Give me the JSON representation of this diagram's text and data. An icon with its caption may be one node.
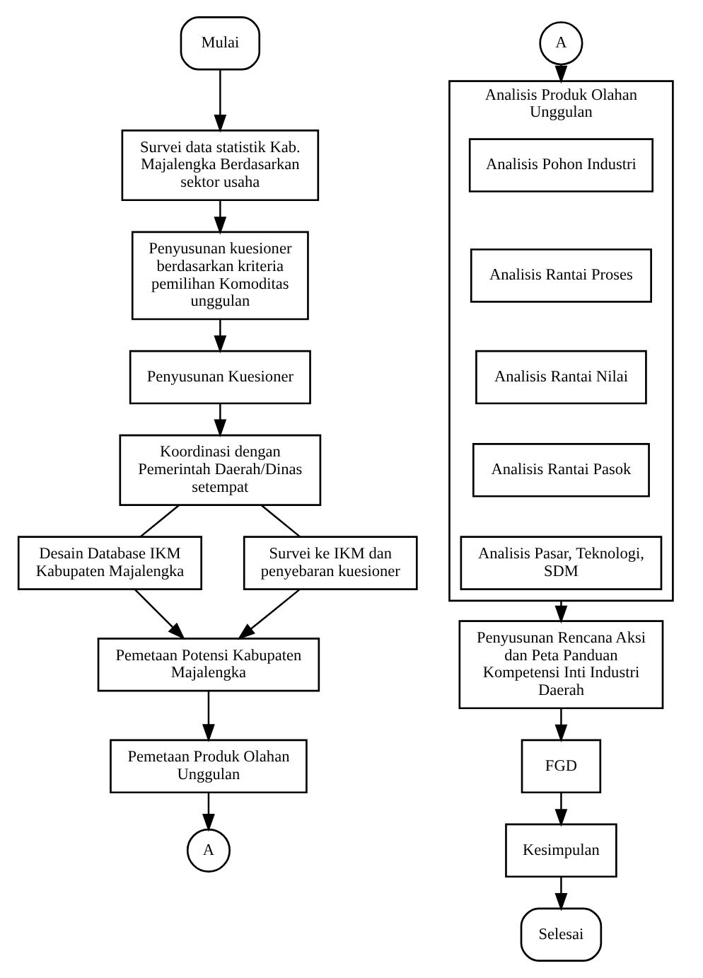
{
  "diagram": {
    "nodes": [
      {
        "text": [
          "Mulai"
        ]
      },
      {
        "text": [
          "Survei data statistik Kab. Majalengka Berdasarkan sektor usaha"
        ]
      },
      {
        "text": [
          "Penyusunan kuesioner berdasarkan kriteria pemilihan Komoditas unggulan"
        ]
      },
      {
        "text": [
          "Penyusunan Kuesioner"
        ]
      },
      {
        "text": [
          "Koordinasi dengan Pemerintah Daerah/Dinas setempat"
        ]
      },
      {
        "text": [
          "Desain Database IKM Kabupaten Majalengka"
        ]
      },
      {
        "text": [
          "Survei ke IKM dan penyebaran kuesioner"
        ]
      },
      {
        "text": [
          "Pemetaan Potensi Kabupaten Majalengka"
        ]
      },
      {
        "text": [
          "Pemetaan Produk Olahan Unggulan"
        ]
      },
      {
        "text": [
          "A"
        ]
      },
      {
        "text": [
          "A"
        ]
      },
      {
        "text": [
          "Analisis Produk Olahan Unggulan"
        ]
      },
      {
        "text": [
          "Analisis Pohon Industri"
        ],
        "in": 11
      },
      {
        "text": [
          "Analisis Rantai Proses"
        ],
        "in": 11
      },
      {
        "text": [
          "Analisis Rantai Nilai"
        ],
        "in": 11
      },
      {
        "text": [
          "Analisis Rantai Pasok"
        ],
        "in": 11
      },
      {
        "text": [
          "Analisis Pasar, Teknologi, SDM"
        ],
        "in": 11
      },
      {
        "text": [
          "Penyusunan Rencana Aksi dan Peta Panduan Kompetensi Inti Industri Daerah"
        ]
      },
      {
        "text": [
          "FGD"
        ]
      },
      {
        "text": [
          "Kesimpulan"
        ]
      },
      {
        "text": [
          "Selesai"
        ]
      }
    ],
    "edges": [
      {
        "from": 0,
        "to": 1,
        "arrow": "to"
      },
      {
        "from": 1,
        "to": 2,
        "arrow": "to"
      },
      {
        "from": 2,
        "to": 3,
        "arrow": "to"
      },
      {
        "from": 3,
        "to": 4,
        "arrow": "to"
      },
      {
        "from": 4,
        "to": 5,
        "arrow": "none"
      },
      {
        "from": 4,
        "to": 6,
        "arrow": "none"
      },
      {
        "from": 5,
        "to": 7,
        "arrow": "to"
      },
      {
        "from": 6,
        "to": 7,
        "arrow": "to"
      },
      {
        "from": 7,
        "to": 8,
        "arrow": "to"
      },
      {
        "from": 8,
        "to": 9,
        "arrow": "to"
      },
      {
        "from": 10,
        "to": 11,
        "arrow": "to"
      },
      {
        "from": 11,
        "to": 17,
        "arrow": "to"
      },
      {
        "from": 17,
        "to": 18,
        "arrow": "to"
      },
      {
        "from": 18,
        "to": 19,
        "arrow": "to"
      },
      {
        "from": 19,
        "to": 20,
        "arrow": "to"
      }
    ]
  }
}
